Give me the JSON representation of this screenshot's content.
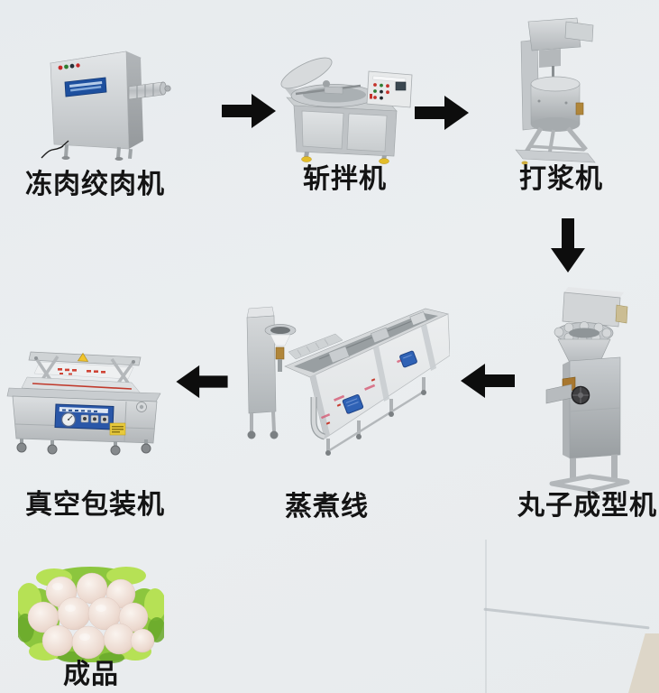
{
  "diagram": {
    "type": "process-flow",
    "subject": "meatball-production-line",
    "sequence": [
      "冻肉绞肉机",
      "斩拌机",
      "打浆机",
      "丸子成型机",
      "蒸煮线",
      "真空包装机",
      "成品"
    ]
  },
  "stations": {
    "grinder": {
      "label": "冻肉绞肉机"
    },
    "cutter": {
      "label": "斩拌机"
    },
    "beater": {
      "label": "打浆机"
    },
    "former": {
      "label": "丸子成型机"
    },
    "cooker": {
      "label": "蒸煮线"
    },
    "packer": {
      "label": "真空包装机"
    },
    "product": {
      "label": "成品"
    }
  },
  "arrows": {
    "a1": {
      "from": "冻肉绞肉机",
      "to": "斩拌机",
      "direction": "right"
    },
    "a2": {
      "from": "斩拌机",
      "to": "打浆机",
      "direction": "right"
    },
    "a3": {
      "from": "打浆机",
      "to": "丸子成型机",
      "direction": "down"
    },
    "a4": {
      "from": "丸子成型机",
      "to": "蒸煮线",
      "direction": "left"
    },
    "a5": {
      "from": "蒸煮线",
      "to": "真空包装机",
      "direction": "left"
    }
  },
  "colors": {
    "background": "#e9ecef",
    "arrow": "#0d0d0d",
    "label_text": "#141414",
    "machine_steel": "#c9cdd0",
    "panel_blue": "#2a57a8",
    "name_plate_blue": "#1d4f9e",
    "motor_blue": "#2f62b5",
    "accent_yellow": "#e8ca3c",
    "film_pink": "#d65a74",
    "lettuce_green": "#8cc63e",
    "meatball": "#ecd9cf"
  }
}
